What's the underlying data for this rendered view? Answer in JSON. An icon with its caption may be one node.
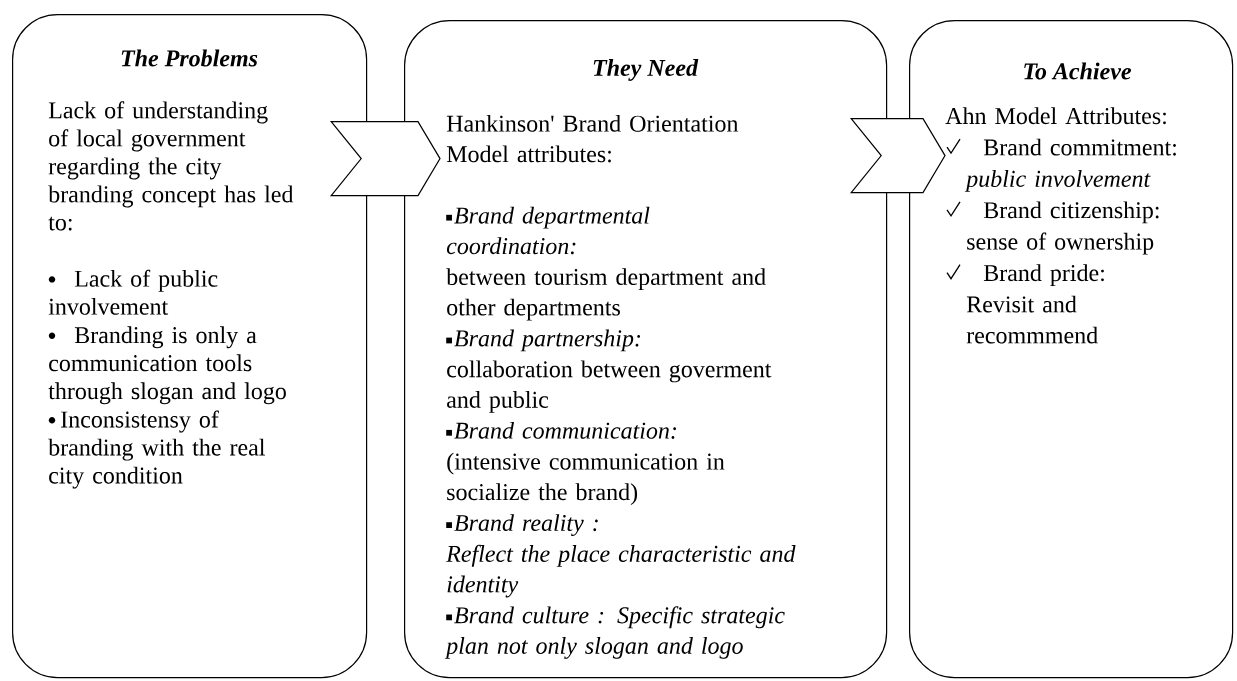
{
  "diagram": {
    "nodes": [
      {
        "text": [
          "The Problems",
          "Lack of understanding of local government regarding the city branding concept has led to:",
          "Lack of public involvement",
          "Branding is only a communication tools through slogan and logo",
          "Inconsistensy of branding with the real city condition"
        ]
      },
      {
        "text": [
          "They Need",
          "Hankinson' Brand Orientation Model attributes:",
          "Brand departmental coordination:",
          "between tourism department and other departments",
          "Brand partnership:",
          "collaboration between goverment and public",
          "Brand communication:",
          "(intensive communication in socialize the brand)",
          "Brand reality :",
          "Reflect the place characteristic and identity",
          "Brand culture : Specific strategic plan not only slogan and logo"
        ]
      },
      {
        "text": [
          "To Achieve",
          "Ahn Model Attributes:",
          "Brand commitment:",
          "public involvement",
          "Brand citizenship:",
          "sense of ownership",
          "Brand pride:",
          "Revisit and recommmend"
        ]
      }
    ],
    "edges": [
      {
        "from": 0,
        "to": 1,
        "arrow": "to"
      },
      {
        "from": 1,
        "to": 2,
        "arrow": "to"
      }
    ]
  }
}
